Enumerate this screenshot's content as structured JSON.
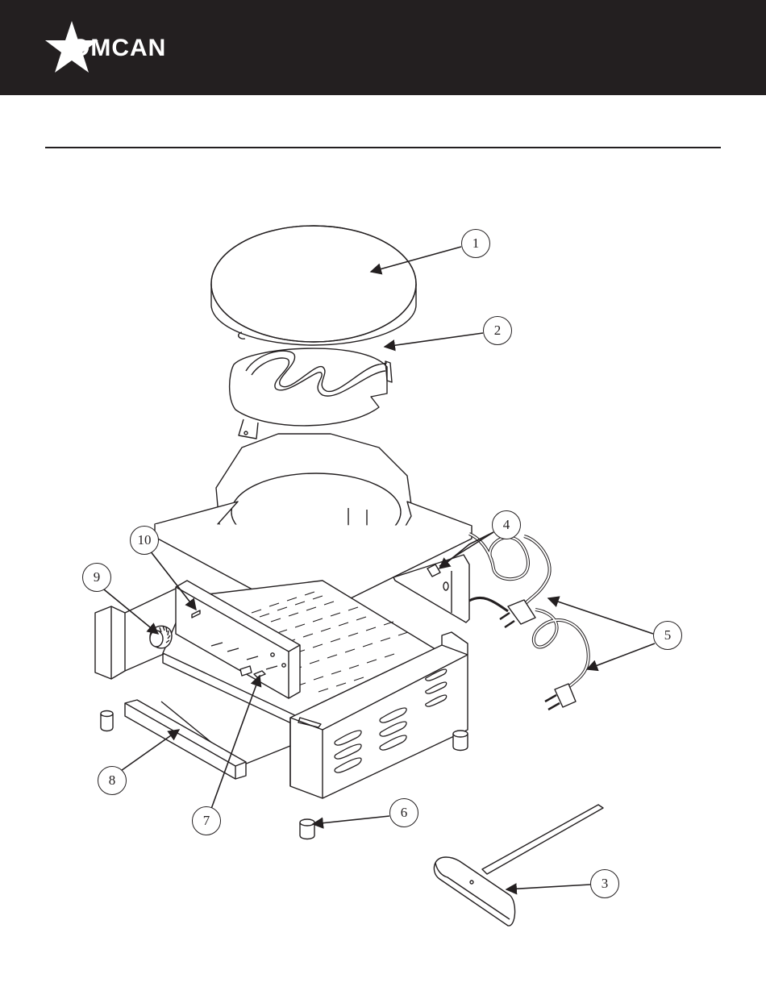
{
  "brand": {
    "name": "OMCAN",
    "header_color": "#231f20",
    "logo_icon": "star-logo-icon"
  },
  "callouts": [
    {
      "id": "1",
      "label": "1"
    },
    {
      "id": "2",
      "label": "2"
    },
    {
      "id": "3",
      "label": "3"
    },
    {
      "id": "4",
      "label": "4"
    },
    {
      "id": "5",
      "label": "5"
    },
    {
      "id": "6",
      "label": "6"
    },
    {
      "id": "7",
      "label": "7"
    },
    {
      "id": "8",
      "label": "8"
    },
    {
      "id": "9",
      "label": "9"
    },
    {
      "id": "10",
      "label": "10"
    }
  ]
}
